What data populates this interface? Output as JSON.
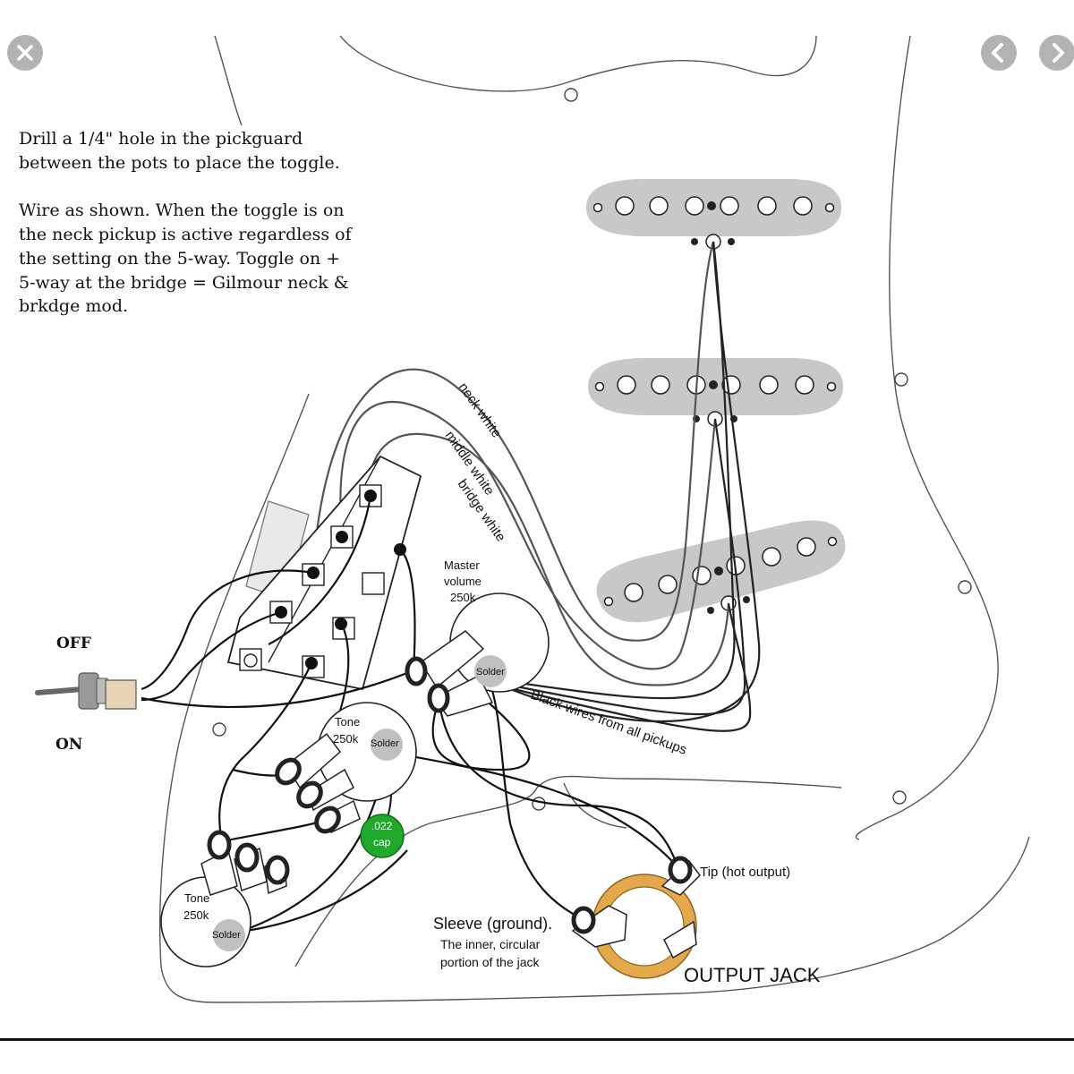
{
  "viewer": {
    "close_icon": "close-icon",
    "prev_icon": "chevron-left-icon",
    "next_icon": "chevron-right-icon"
  },
  "instructions": {
    "line1": "Drill a 1/4\" hole in the pickguard between the pots to place the toggle.",
    "line2": "Wire as shown. When the toggle is on the neck pickup is active regardless of the setting on the 5-way. Toggle on + 5-way at the bridge = Gilmour neck & brkdge mod."
  },
  "toggle": {
    "off_label": "OFF",
    "on_label": "ON"
  },
  "wires": {
    "neck": "neck white",
    "middle": "middle white",
    "bridge": "bridge white",
    "black": "Black wires from all pickups"
  },
  "master_volume": {
    "line1": "Master",
    "line2": "volume",
    "line3": "250k",
    "solder": "Solder"
  },
  "tone1": {
    "line1": "Tone",
    "line2": "250k",
    "solder": "Solder"
  },
  "tone2": {
    "line1": "Tone",
    "line2": "250k",
    "solder": "Solder"
  },
  "cap": {
    "line1": ".022",
    "line2": "cap",
    "color": "#1fa82b"
  },
  "jack": {
    "tip_label": "Tip (hot output)",
    "sleeve_label": "Sleeve (ground).",
    "sleeve_desc1": "The inner, circular",
    "sleeve_desc2": "portion of the jack",
    "title": "OUTPUT JACK",
    "ring_color": "#e4a94a"
  },
  "colors": {
    "pickup": "#c8c8c8",
    "nav_button": "#b3b3b3",
    "solder": "#c0c0c0"
  }
}
